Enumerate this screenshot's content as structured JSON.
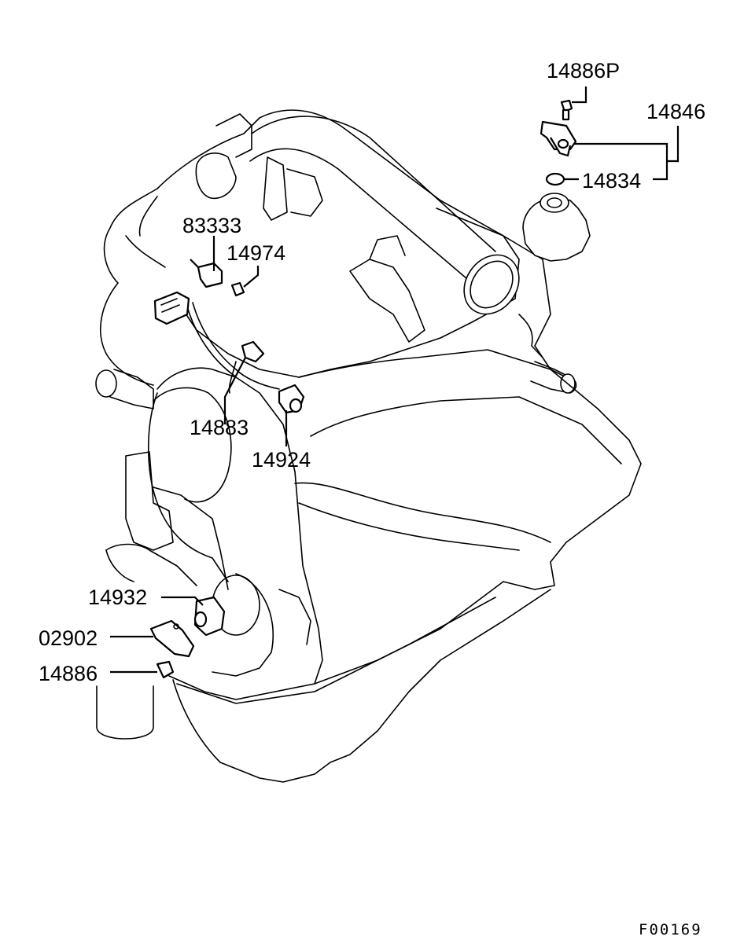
{
  "diagram": {
    "figure_code": "F00169",
    "callouts": [
      {
        "id": "14886p",
        "label": "14886P"
      },
      {
        "id": "14846",
        "label": "14846"
      },
      {
        "id": "14834",
        "label": "14834"
      },
      {
        "id": "83333",
        "label": "83333"
      },
      {
        "id": "14974",
        "label": "14974"
      },
      {
        "id": "14883",
        "label": "14883"
      },
      {
        "id": "14924",
        "label": "14924"
      },
      {
        "id": "14932",
        "label": "14932"
      },
      {
        "id": "02902",
        "label": "02902"
      },
      {
        "id": "14886",
        "label": "14886"
      }
    ]
  }
}
